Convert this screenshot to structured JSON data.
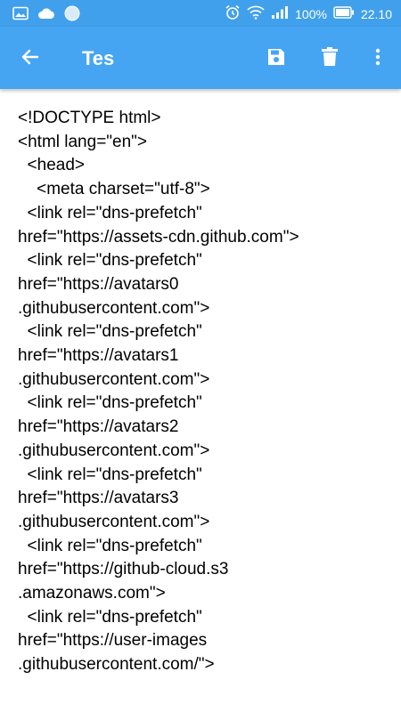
{
  "status_bar": {
    "battery": "100%",
    "time": "22.10",
    "icons": [
      "gallery-icon",
      "cloud-icon",
      "circle-icon",
      "alarm-icon",
      "wifi-icon",
      "signal-icon",
      "battery-icon"
    ]
  },
  "app_bar": {
    "title": "Tes",
    "icons": [
      "back-arrow-icon",
      "save-icon",
      "trash-icon",
      "more-vertical-icon"
    ],
    "color": "#45a5f2"
  },
  "editor": {
    "lines": [
      "<!DOCTYPE html>",
      "<html lang=\"en\">",
      "  <head>",
      "    <meta charset=\"utf-8\">",
      "  <link rel=\"dns-prefetch\"",
      "href=\"https://assets-cdn.github.com\">",
      "  <link rel=\"dns-prefetch\"",
      "href=\"https://avatars0",
      ".githubusercontent.com\">",
      "  <link rel=\"dns-prefetch\"",
      "href=\"https://avatars1",
      ".githubusercontent.com\">",
      "  <link rel=\"dns-prefetch\"",
      "href=\"https://avatars2",
      ".githubusercontent.com\">",
      "  <link rel=\"dns-prefetch\"",
      "href=\"https://avatars3",
      ".githubusercontent.com\">",
      "  <link rel=\"dns-prefetch\"",
      "href=\"https://github-cloud.s3",
      ".amazonaws.com\">",
      "  <link rel=\"dns-prefetch\"",
      "href=\"https://user-images",
      ".githubusercontent.com/\">"
    ]
  }
}
